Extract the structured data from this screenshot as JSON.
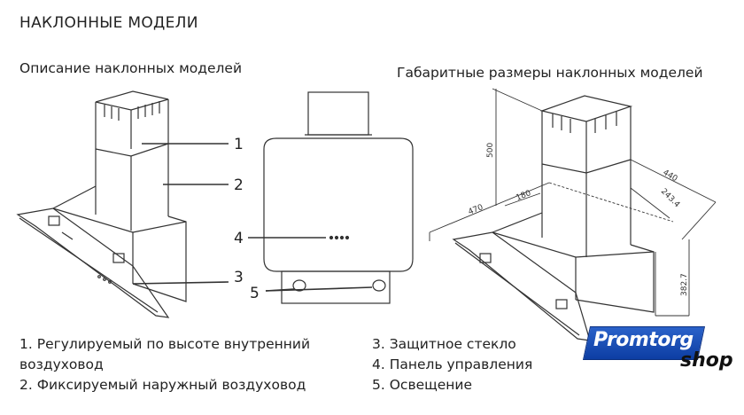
{
  "header": {
    "title": "НАКЛОННЫЕ МОДЕЛИ"
  },
  "left_panel": {
    "subtitle": "Описание наклонных моделей",
    "callouts": [
      "1",
      "2",
      "3"
    ]
  },
  "middle_panel": {
    "callouts": [
      "4",
      "5"
    ]
  },
  "right_panel": {
    "subtitle": "Габаритные размеры наклонных моделей",
    "dimensions": {
      "height_total": "500",
      "depth": "470",
      "duct_depth": "180",
      "width": "440",
      "duct_width": "243.4",
      "body_height": "382.7"
    }
  },
  "legend": {
    "left": [
      "1. Регулируемый по высоте внутренний",
      "воздуховод",
      "2. Фиксируемый наружный воздуховод"
    ],
    "right": [
      "3. Защитное стекло",
      "4. Панель управления",
      "5. Освещение"
    ]
  },
  "logo": {
    "main": "Promtorg",
    "secondary": "shop",
    "colors": {
      "box": "#1a4fb8",
      "text": "#ffffff",
      "secondary_text": "#111111"
    }
  }
}
